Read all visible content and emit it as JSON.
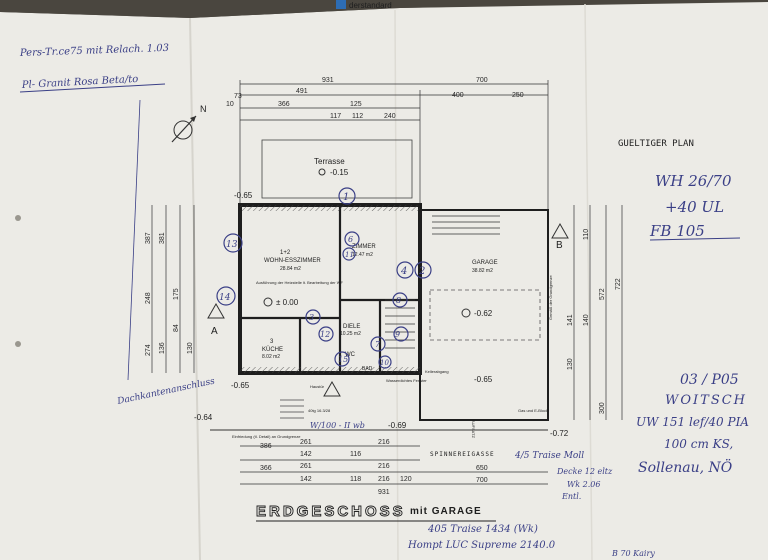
{
  "watermark": "derstandard",
  "handwriting": {
    "top_left_1": "Pers-Tr.ce75 mit Relach. 1.03",
    "top_left_2": "Pl- Granit Rosa Beta/to",
    "left_side": "Dachkantenanschluss",
    "right_1": "WH 26/70",
    "right_2": "+40 UL",
    "right_3": "FB 105",
    "right_4": "03 / P05",
    "right_5": "WOITSCH",
    "right_6": "UW 151 lef/40 PIA",
    "right_7": "100 cm KS,",
    "right_8": "Sollenau, NÖ",
    "bottom_1": "405 Traise 1434 (Wk)",
    "bottom_2": "Hompt LUC Supreme 2140.0",
    "bottom_right": "4/5 Traise Moll",
    "bottom_right_2": "Decke 12 eltz",
    "bottom_right_3": "Wk 2.06",
    "bottom_right_4": "Entl.",
    "bottom_sign": "B 70 Kairy",
    "door_note": "W/100 - II wb"
  },
  "plan": {
    "valid_plan": "GUELTIGER PLAN",
    "title_main": "ERDGESCHOSS",
    "title_sub": "mit GARAGE",
    "terrace": "Terrasse",
    "terrace_level": "-0.15",
    "living": "WOHN-ESSZIMMER",
    "living_area": "28.84 m2",
    "room_num": "1+2",
    "living_note": "Ausführung der Heizstelle lt. Bearbeitung der WF",
    "zimmer": "ZIMMER",
    "zimmer_area": "12.47 m2",
    "garage": "GARAGE",
    "garage_area": "38.82 m2",
    "garage_side": "Gemäß der Grundgrenze",
    "kitchen": "KÜCHE",
    "kitchen_area": "8.02 m2",
    "kitchen_num": "3",
    "hall": "DIELE",
    "hall_area": "10.25 m2",
    "wc": "WC",
    "bath": "BAD",
    "level_0": "± 0.00",
    "level_m062": "-0.62",
    "level_m065a": "-0.65",
    "level_m065b": "-0.65",
    "level_m065c": "-0.65",
    "level_m064": "-0.64",
    "level_m069": "-0.69",
    "level_m072": "-0.72",
    "street": "SPINNEREIGASSE",
    "boundary_note": "Einfriedung (tl. Detail) an Grundgrenze",
    "gas": "Gas und E-Block",
    "shaft": "AUFSATZ",
    "section_a": "A",
    "section_b": "B",
    "stairs_note": "Kellerabgang",
    "window_note": "Wasserdichtes Fenster",
    "door_label": "Haustür",
    "door_level": "40tg 16.3/28",
    "north": "N"
  },
  "dims_top": [
    "931",
    "700",
    "491",
    "400",
    "250",
    "366",
    "125",
    "240",
    "117",
    "112",
    "10",
    "73"
  ],
  "dims_bottom": [
    "261",
    "216",
    "142",
    "116",
    "386",
    "261",
    "216",
    "650",
    "366",
    "142",
    "118",
    "216",
    "120",
    "700",
    "931"
  ],
  "dims_left": [
    "387",
    "381",
    "248",
    "175",
    "274",
    "130",
    "84",
    "136"
  ],
  "dims_right": [
    "110",
    "572",
    "722",
    "300",
    "140",
    "141",
    "130"
  ],
  "circles": [
    "1",
    "4",
    "13",
    "14",
    "2",
    "3",
    "15",
    "6",
    "7",
    "8",
    "9",
    "10",
    "12",
    "11"
  ],
  "colors": {
    "paper": "#ecebe6",
    "ink": "#2b2b2b",
    "pen": "#3a3f86",
    "background": "#5a5650"
  }
}
